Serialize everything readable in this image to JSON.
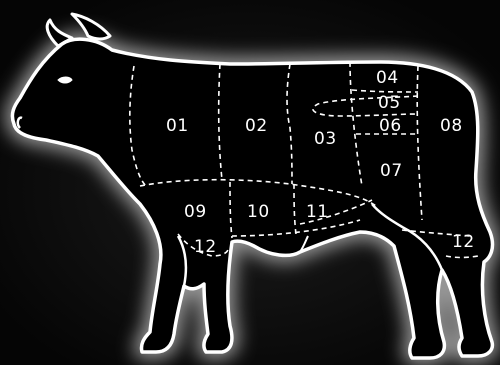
{
  "colors": {
    "background": "#0b0b0b",
    "glow": "#9a9a9a",
    "body": "#000000",
    "outline": "#ffffff",
    "cut_lines": "#ffffff",
    "label": "#ffffff"
  },
  "cuts": [
    {
      "id": "01",
      "label": "01"
    },
    {
      "id": "02",
      "label": "02"
    },
    {
      "id": "03",
      "label": "03"
    },
    {
      "id": "04",
      "label": "04"
    },
    {
      "id": "05",
      "label": "05"
    },
    {
      "id": "06",
      "label": "06"
    },
    {
      "id": "07",
      "label": "07"
    },
    {
      "id": "08",
      "label": "08"
    },
    {
      "id": "09",
      "label": "09"
    },
    {
      "id": "10",
      "label": "10"
    },
    {
      "id": "11",
      "label": "11"
    },
    {
      "id": "12a",
      "label": "12"
    },
    {
      "id": "12b",
      "label": "12"
    }
  ]
}
